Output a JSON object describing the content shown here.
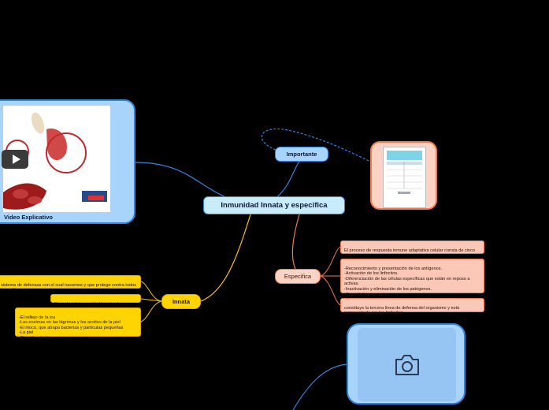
{
  "central": {
    "title": "Inmunidad Innata y especifica"
  },
  "importante": {
    "label": "Importante"
  },
  "especifica": {
    "label": "Especifica",
    "notes": [
      "El proceso de respuesta inmune adaptativa celular consta de cinco etapas:",
      "-Reconocimiento y presentación de los antígenos.\n-Activación de los linfocitos.\n-Diferenciación de las células específicas que están en reposo a activas.\n-Inactivación y eliminación de los patógenos.\n-Cese de la respuesta",
      "constituye la tercera línea de defensa del organismo y está representada por los linfocitos"
    ]
  },
  "innata": {
    "label": "Innata",
    "notes": [
      "sistema de defensas con el cual nacemos y que protege contra todos los antígenos.",
      "Ejemplos de inmunidad innata abarcan",
      "-El reflejo de la tos\n    -Las enzimas en las lágrimas y los aceites de la piel\n    -El moco, que atrapa bacterias y partículas pequeñas\n      -La piel\n      -El ácido gástrico"
    ]
  },
  "video": {
    "label": "Video Explicativo"
  },
  "colors": {
    "blue": "#2e86de",
    "orange": "#f07a4a",
    "yellow": "#e0a800"
  }
}
